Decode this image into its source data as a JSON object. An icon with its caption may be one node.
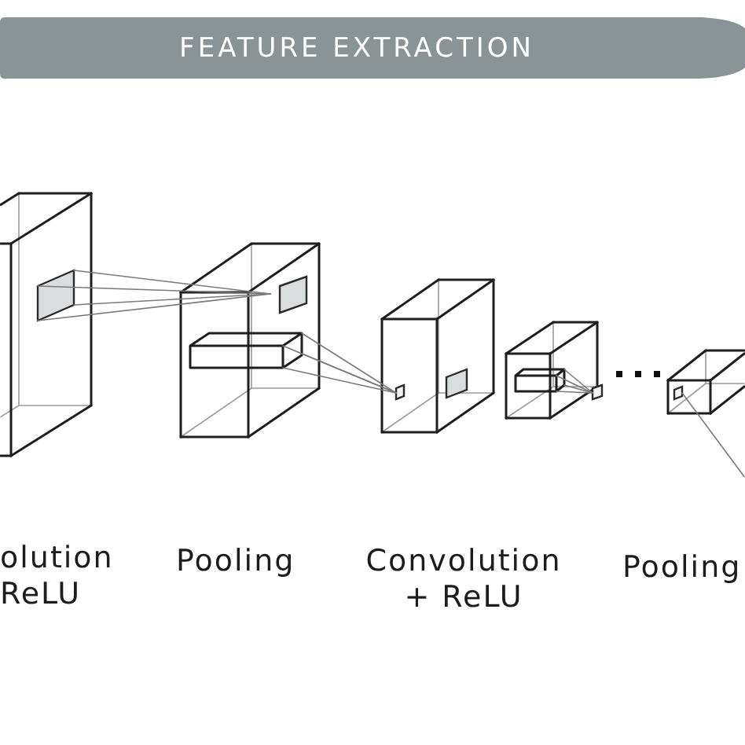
{
  "diagram": {
    "title": "FEATURE EXTRACTION",
    "labels": [
      "olution ReLU",
      "Pooling",
      "Convolution + ReLU",
      "Pooling"
    ]
  }
}
